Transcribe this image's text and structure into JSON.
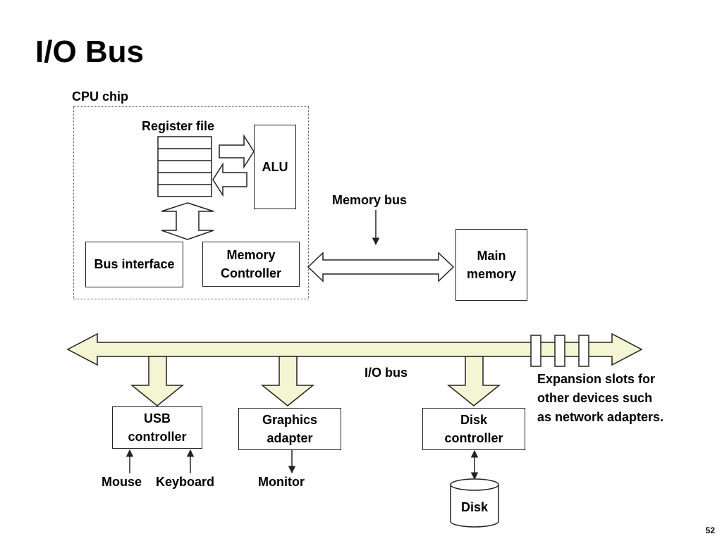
{
  "slide": {
    "title": "I/O Bus",
    "page_number": "52"
  },
  "cpu": {
    "chip_label": "CPU chip",
    "register_file_label": "Register file",
    "alu_label": "ALU",
    "bus_interface_label": "Bus interface",
    "memory_controller_label": "Memory\nController"
  },
  "memory": {
    "bus_label": "Memory bus",
    "main_memory_label": "Main\nmemory"
  },
  "io": {
    "bus_label": "I/O bus",
    "expansion_note": "Expansion slots for\nother devices such\nas network adapters.",
    "usb_controller_label": "USB\ncontroller",
    "graphics_adapter_label": "Graphics\nadapter",
    "disk_controller_label": "Disk\ncontroller",
    "mouse_label": "Mouse",
    "keyboard_label": "Keyboard",
    "monitor_label": "Monitor",
    "disk_label": "Disk"
  },
  "colors": {
    "bus_fill": "#f4f5d2",
    "outline": "#222222"
  }
}
